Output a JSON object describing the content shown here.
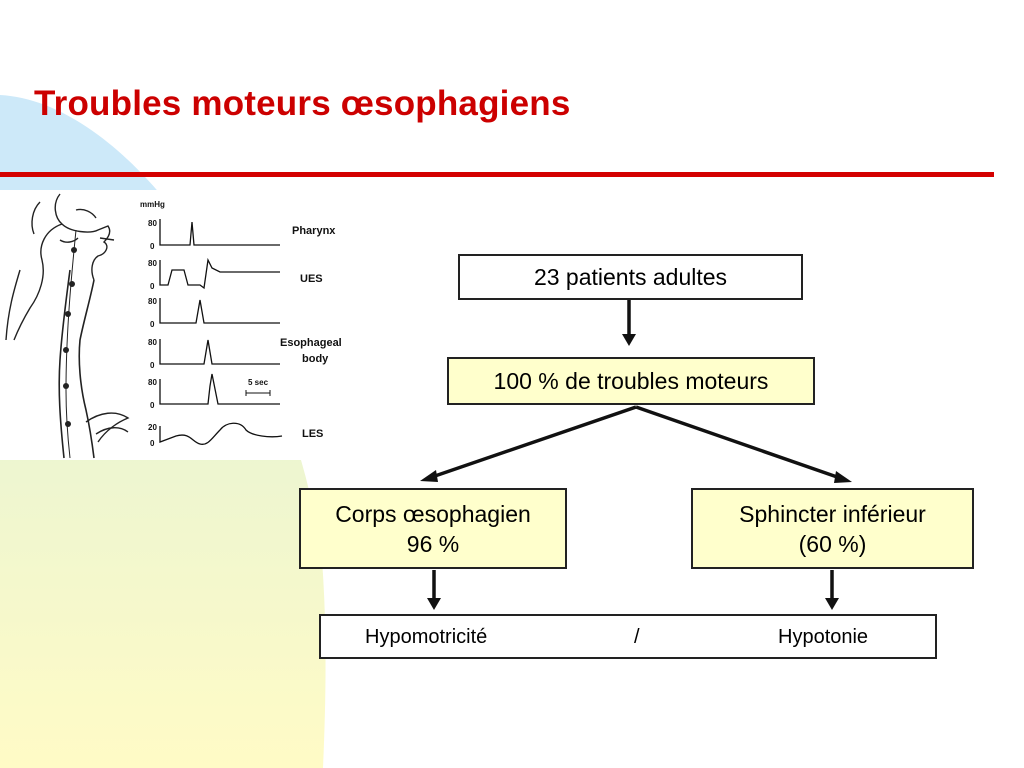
{
  "slide": {
    "title": "Troubles moteurs œsophagiens"
  },
  "figure": {
    "unit_label": "mmHg",
    "channels": [
      {
        "name_lines": [
          "Pharynx"
        ],
        "max_tick": "80",
        "min_tick": "0"
      },
      {
        "name_lines": [
          "UES"
        ],
        "max_tick": "80",
        "min_tick": "0"
      },
      {
        "name_lines": [],
        "max_tick": "80",
        "min_tick": "0"
      },
      {
        "name_lines": [
          "Esophageal",
          "body"
        ],
        "max_tick": "80",
        "min_tick": "0"
      },
      {
        "name_lines": [],
        "max_tick": "80",
        "min_tick": "0"
      },
      {
        "name_lines": [
          "LES"
        ],
        "max_tick": "20",
        "min_tick": "0"
      }
    ],
    "time_scale_label": "5 sec"
  },
  "flow": {
    "top_box": "23 patients adultes",
    "middle_box": "100 % de troubles moteurs",
    "left_box": {
      "line1": "Corps œsophagien",
      "line2": "96 %"
    },
    "right_box": {
      "line1": "Sphincter inférieur",
      "line2": "(60 %)"
    },
    "bottom": {
      "left": "Hypomotricité",
      "separator": "/",
      "right": "Hypotonie"
    }
  },
  "colors": {
    "title": "#cc0000",
    "rule": "#d40000",
    "box_fill_highlight": "#ffffcc",
    "bg_blue": "#cce8f8",
    "bg_green": "#e6f4d8",
    "bg_yellow": "#fffbc8"
  }
}
